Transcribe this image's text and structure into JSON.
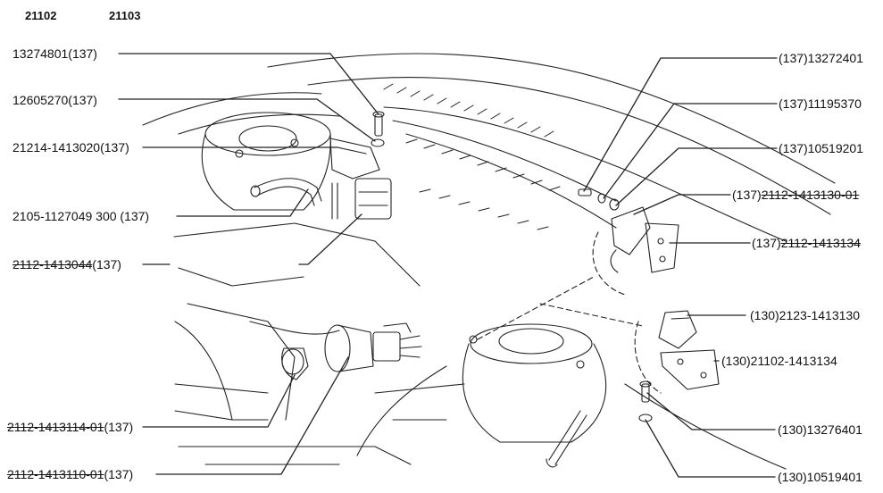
{
  "header": {
    "model_a": "21102",
    "model_b": "21103"
  },
  "labels_left": [
    {
      "id": "l1",
      "parts": [
        {
          "t": "13274801(137)"
        }
      ]
    },
    {
      "id": "l2",
      "parts": [
        {
          "t": "12605270(137)"
        }
      ]
    },
    {
      "id": "l3",
      "parts": [
        {
          "t": "21214-1413020(137)"
        }
      ]
    },
    {
      "id": "l4",
      "parts": [
        {
          "t": "2105-1127049 300 (137)"
        }
      ]
    },
    {
      "id": "l5",
      "parts": [
        {
          "t": "2112-1413044",
          "s": true
        },
        {
          "t": "(137)"
        }
      ]
    },
    {
      "id": "l6",
      "parts": [
        {
          "t": "2112-1413114-01",
          "s": true
        },
        {
          "t": "(137)"
        }
      ]
    },
    {
      "id": "l7",
      "parts": [
        {
          "t": "2112-1413110-01",
          "s": true
        },
        {
          "t": "(137)"
        }
      ]
    }
  ],
  "labels_right": [
    {
      "id": "r1",
      "parts": [
        {
          "t": "(137)13272401"
        }
      ]
    },
    {
      "id": "r2",
      "parts": [
        {
          "t": "(137)11195370"
        }
      ]
    },
    {
      "id": "r3",
      "parts": [
        {
          "t": "(137)10519201"
        }
      ]
    },
    {
      "id": "r4",
      "parts": [
        {
          "t": "(137)"
        },
        {
          "t": "2112-1413130-01",
          "s": true
        }
      ]
    },
    {
      "id": "r5",
      "parts": [
        {
          "t": "(137)"
        },
        {
          "t": "2112-1413134",
          "s": true
        }
      ]
    },
    {
      "id": "r6",
      "parts": [
        {
          "t": "(130)2123-1413130"
        }
      ]
    },
    {
      "id": "r7",
      "parts": [
        {
          "t": "(130)21102-1413134"
        }
      ]
    },
    {
      "id": "r8",
      "parts": [
        {
          "t": "(130)13276401"
        }
      ]
    },
    {
      "id": "r9",
      "parts": [
        {
          "t": "(130)10519401"
        }
      ]
    }
  ]
}
